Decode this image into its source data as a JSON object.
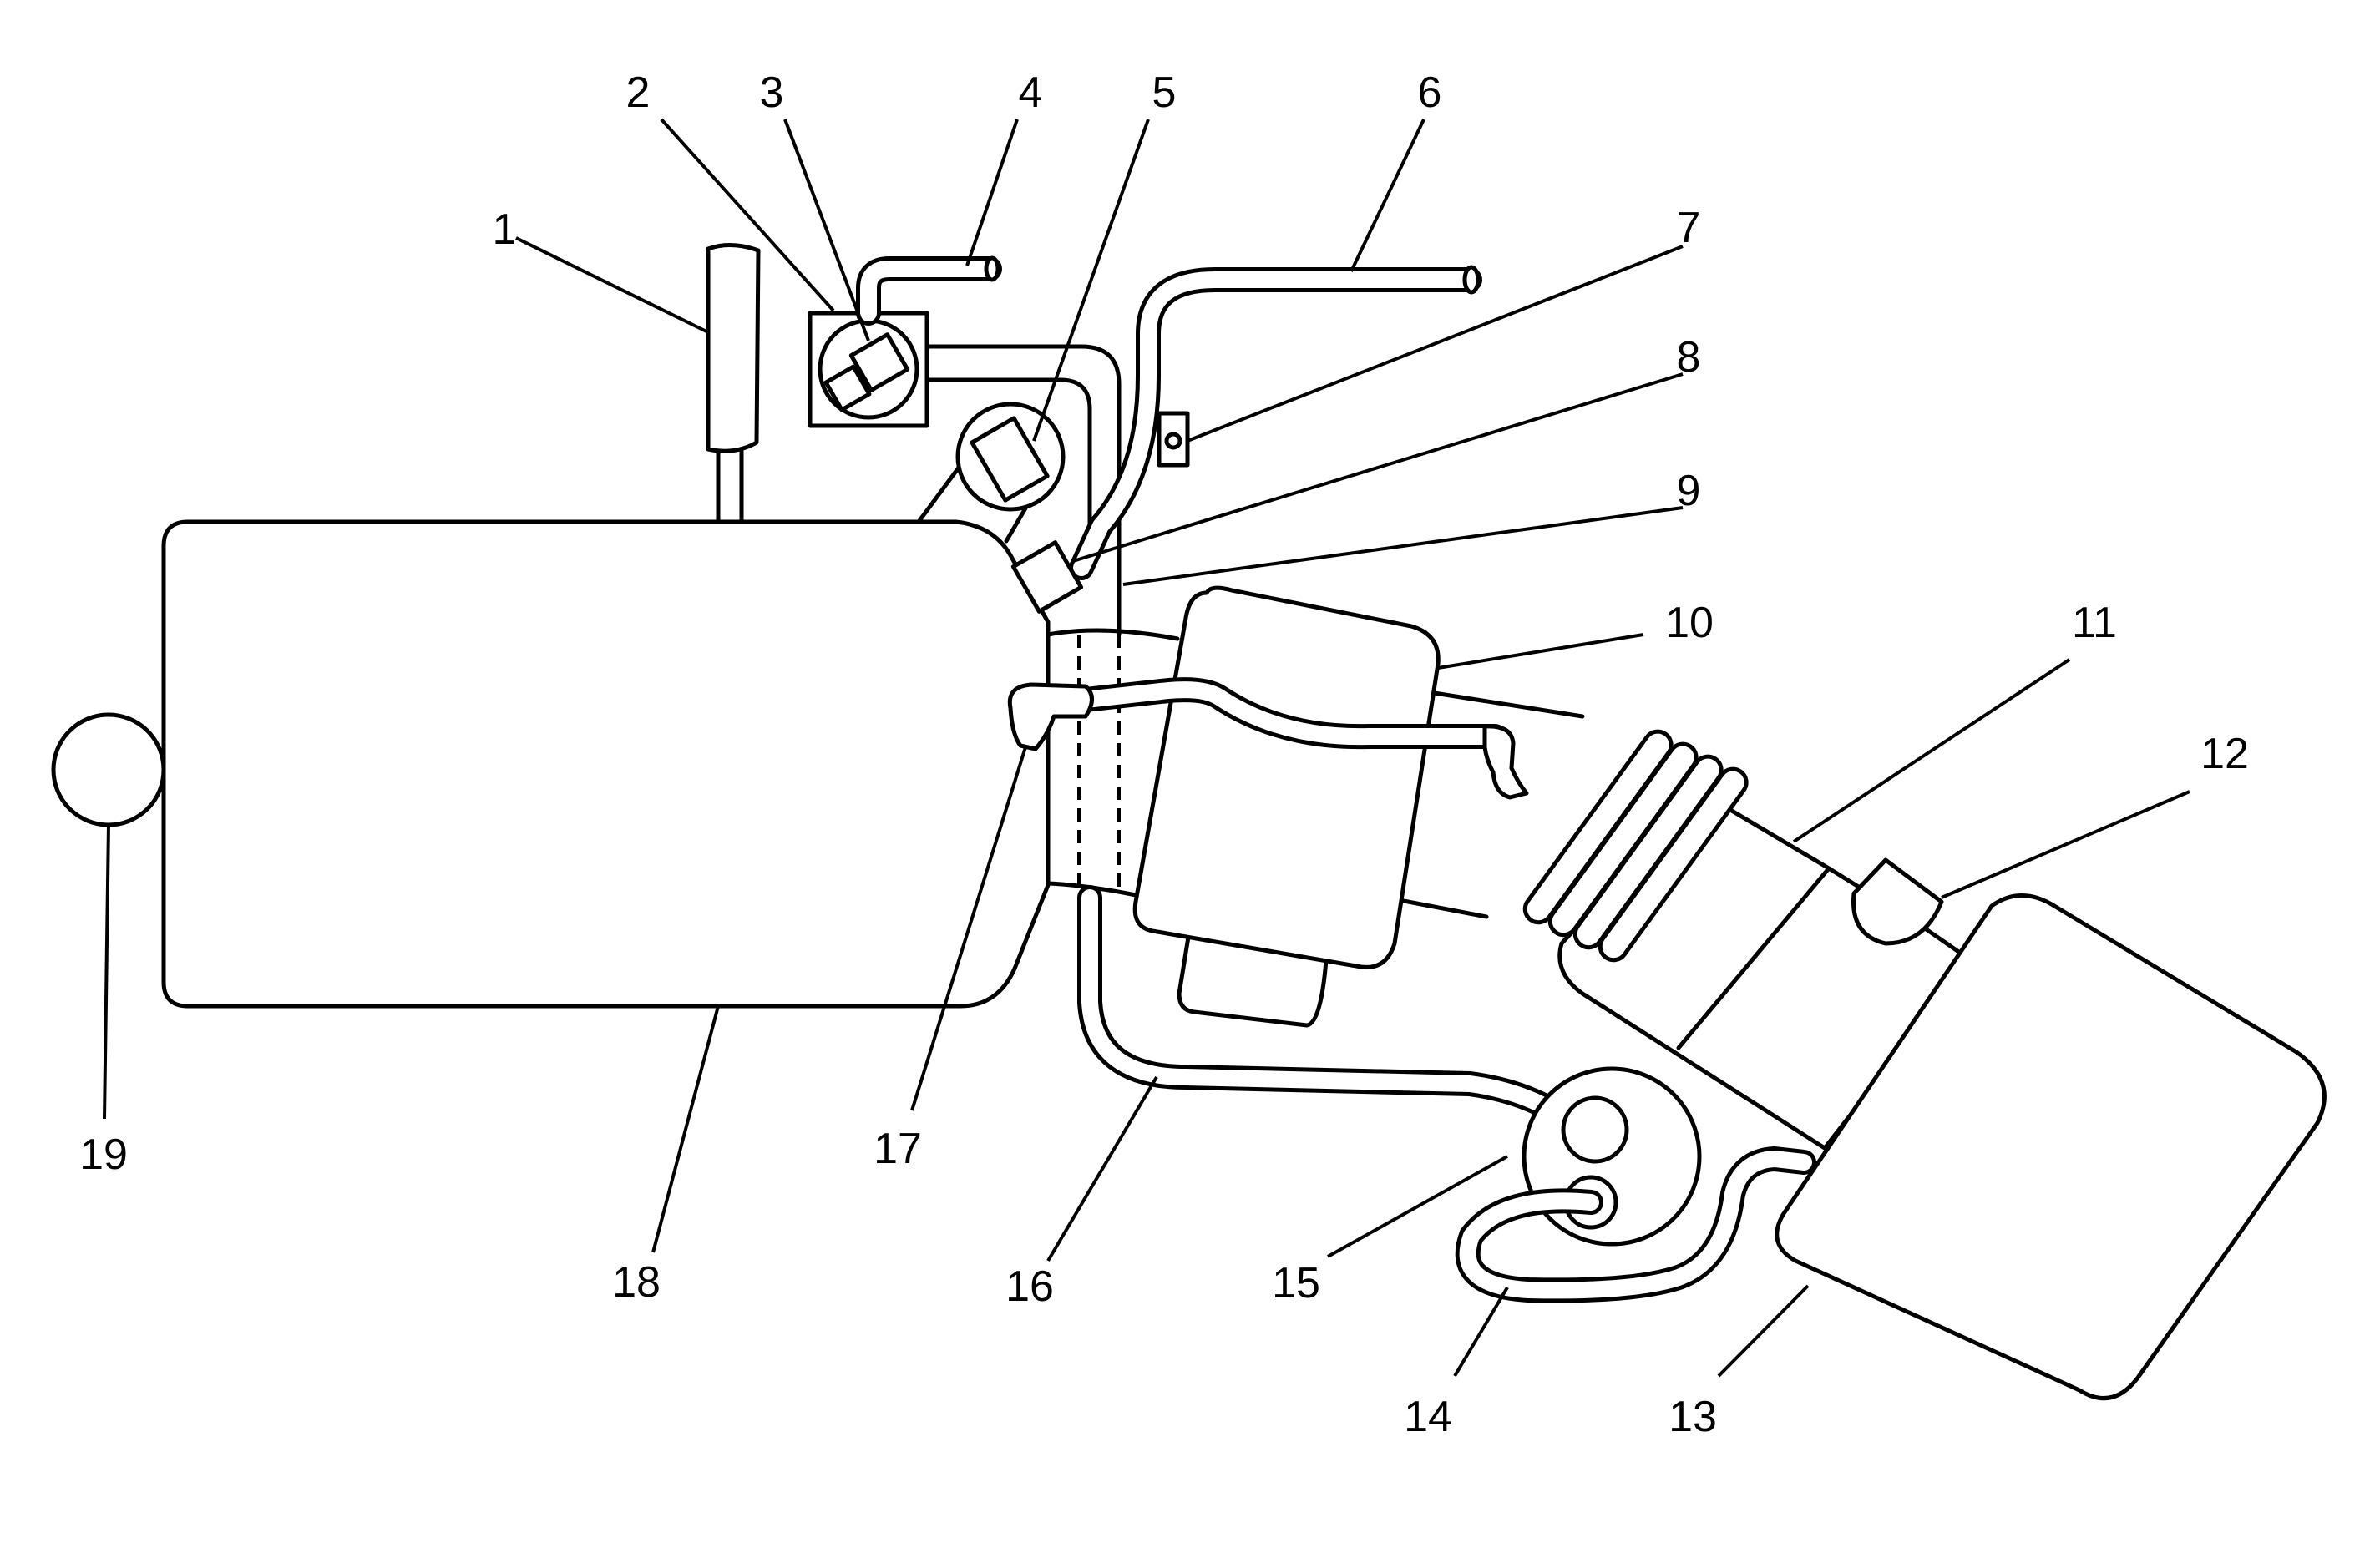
{
  "diagram": {
    "callouts": [
      "1",
      "2",
      "3",
      "4",
      "5",
      "6",
      "7",
      "8",
      "9",
      "10",
      "11",
      "12",
      "13",
      "14",
      "15",
      "16",
      "17",
      "18",
      "19"
    ]
  }
}
